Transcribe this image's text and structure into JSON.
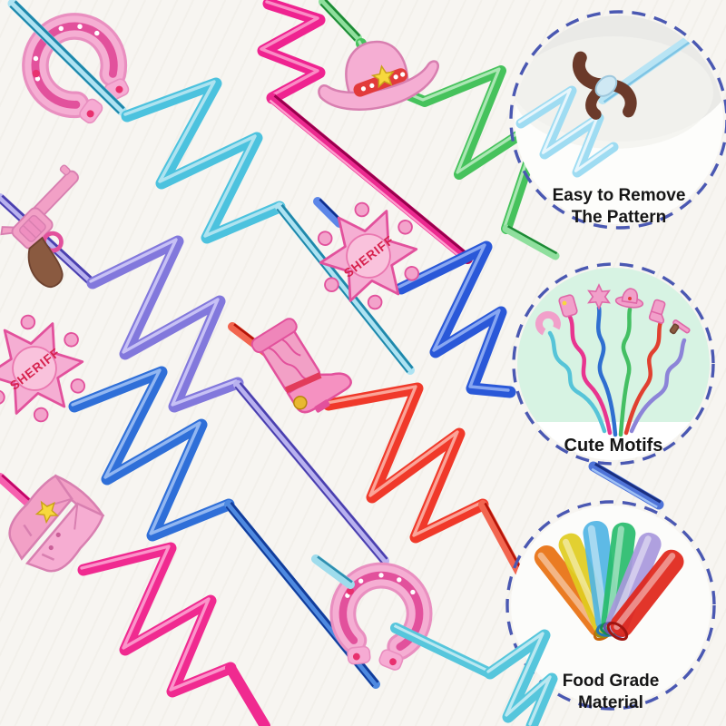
{
  "scene": {
    "background": "#f7f5f1",
    "sheriff_badge_text": "SHERIFF",
    "charms": [
      "horseshoe",
      "cowboy-hat",
      "sheriff-badge",
      "revolver",
      "sheriff-badge",
      "cowboy-boot",
      "cowgirl-vest",
      "horseshoe"
    ],
    "straw_colors": {
      "teal": "#4cc2de",
      "magenta": "#ef2390",
      "green": "#46c25c",
      "blue": "#2a58d8",
      "purple": "#8278dc",
      "royal_blue": "#2f6fd8",
      "red": "#f0392a",
      "hot_pink": "#f02a90",
      "aqua": "#56c6dc",
      "charm_pink": "#f5aed3"
    }
  },
  "callouts": {
    "ring_color": "#4a58b2",
    "items": [
      {
        "label": "Easy to Remove The Pattern"
      },
      {
        "label": "Cute Motifs"
      },
      {
        "label": "Food Grade Material"
      }
    ],
    "motif_straw_colors": [
      "#56c4d8",
      "#e8358f",
      "#2f6fd0",
      "#44bf63",
      "#e04030",
      "#8c84d8"
    ],
    "tube_colors": [
      "#e87010",
      "#e0cc20",
      "#50b4e4",
      "#28bc6c",
      "#a898dc",
      "#e02418"
    ]
  }
}
